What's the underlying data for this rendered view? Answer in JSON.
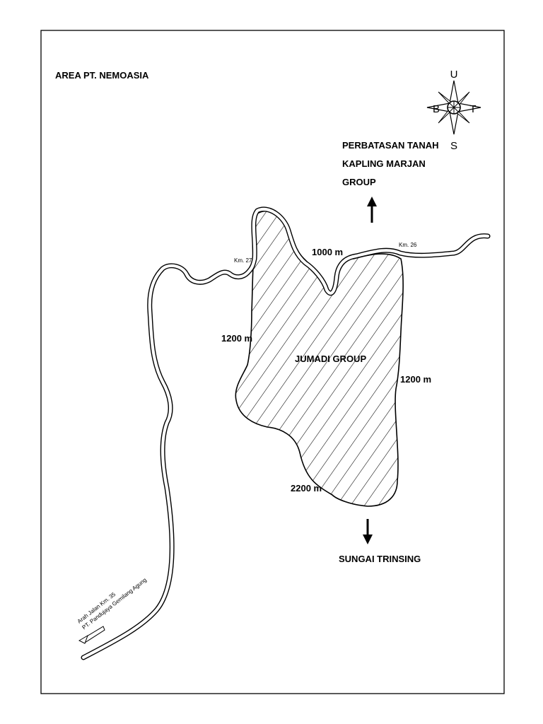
{
  "map": {
    "area_title": "AREA PT. NEMOASIA",
    "compass": {
      "north": "U",
      "south": "S",
      "east": "T",
      "west": "B"
    },
    "north_note": [
      "PERBATASAN TANAH",
      "KAPLING MARJAN",
      "GROUP"
    ],
    "south_note": "SUNGAI TRINSING",
    "parcel_label": "JUMADI GROUP",
    "km_markers": {
      "left": "Km. 27",
      "right": "Km. 26"
    },
    "dimensions": {
      "top": "1000 m",
      "left": "1200 m",
      "right": "1200 m",
      "bottom": "2200 m"
    },
    "road_direction": [
      "Arah Jalan Km. 35",
      "PT. Pandujaya Gemilang Agung"
    ],
    "colors": {
      "ink": "#000000",
      "paper": "#ffffff"
    }
  }
}
